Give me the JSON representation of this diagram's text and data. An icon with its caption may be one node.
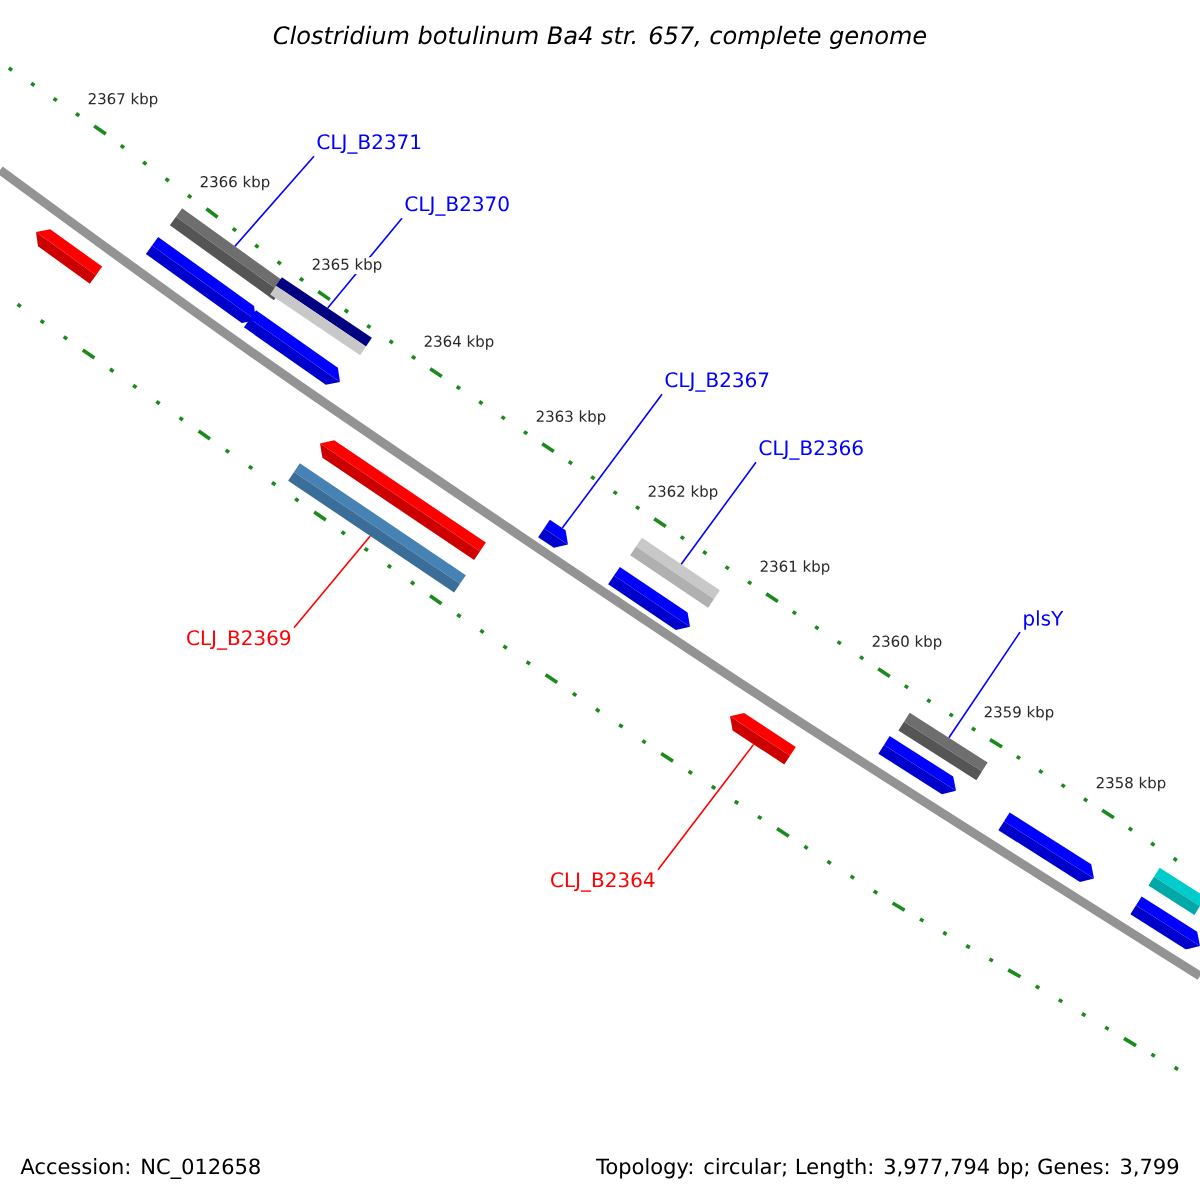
{
  "diagram": {
    "title": "Clostridium botulinum Ba4 str. 657, complete genome",
    "nodes": [
      {
        "text": [
          "CLJ_B2371"
        ]
      },
      {
        "text": [
          "CLJ_B2370"
        ]
      },
      {
        "text": [
          "CLJ_B2367"
        ]
      },
      {
        "text": [
          "CLJ_B2366"
        ]
      },
      {
        "text": [
          "CLJ_B2369"
        ]
      },
      {
        "text": [
          "plsY"
        ]
      },
      {
        "text": [
          "CLJ_B2364"
        ]
      },
      {
        "text": [],
        "shape": "arrow"
      },
      {
        "text": [],
        "shape": "arrow"
      },
      {
        "text": [],
        "shape": "bar"
      },
      {
        "text": [],
        "shape": "arrow"
      },
      {
        "text": [],
        "shape": "bar"
      },
      {
        "text": [],
        "shape": "bar"
      },
      {
        "text": [],
        "shape": "arrow"
      },
      {
        "text": [],
        "shape": "arrow"
      },
      {
        "text": [],
        "shape": "arrow"
      },
      {
        "text": [],
        "shape": "bar"
      },
      {
        "text": [],
        "shape": "arrow"
      },
      {
        "text": [],
        "shape": "arrow"
      },
      {
        "text": [],
        "shape": "bar"
      },
      {
        "text": [],
        "shape": "arrow"
      },
      {
        "text": [],
        "shape": "arrow"
      },
      {
        "text": [],
        "shape": "bar"
      }
    ],
    "edges": [
      {
        "from": 0,
        "to": 9,
        "arrow": "none"
      },
      {
        "from": 1,
        "to": 11,
        "arrow": "none"
      },
      {
        "from": 2,
        "to": 14,
        "arrow": "none"
      },
      {
        "from": 3,
        "to": 16,
        "arrow": "none"
      },
      {
        "from": 4,
        "to": 12,
        "arrow": "none",
        "color": "#ff0000"
      },
      {
        "from": 5,
        "to": 19,
        "arrow": "none"
      },
      {
        "from": 6,
        "to": 17,
        "arrow": "none",
        "color": "#ff0000"
      }
    ],
    "labels": [
      "2367 kbp",
      "2366 kbp",
      "2365 kbp",
      "2364 kbp",
      "2363 kbp",
      "2362 kbp",
      "2361 kbp",
      "2360 kbp",
      "2359 kbp",
      "2358 kbp",
      "Accession: NC_012658",
      "Topology: circular; Length: 3,977,794 bp; Genes: 3,799"
    ]
  }
}
